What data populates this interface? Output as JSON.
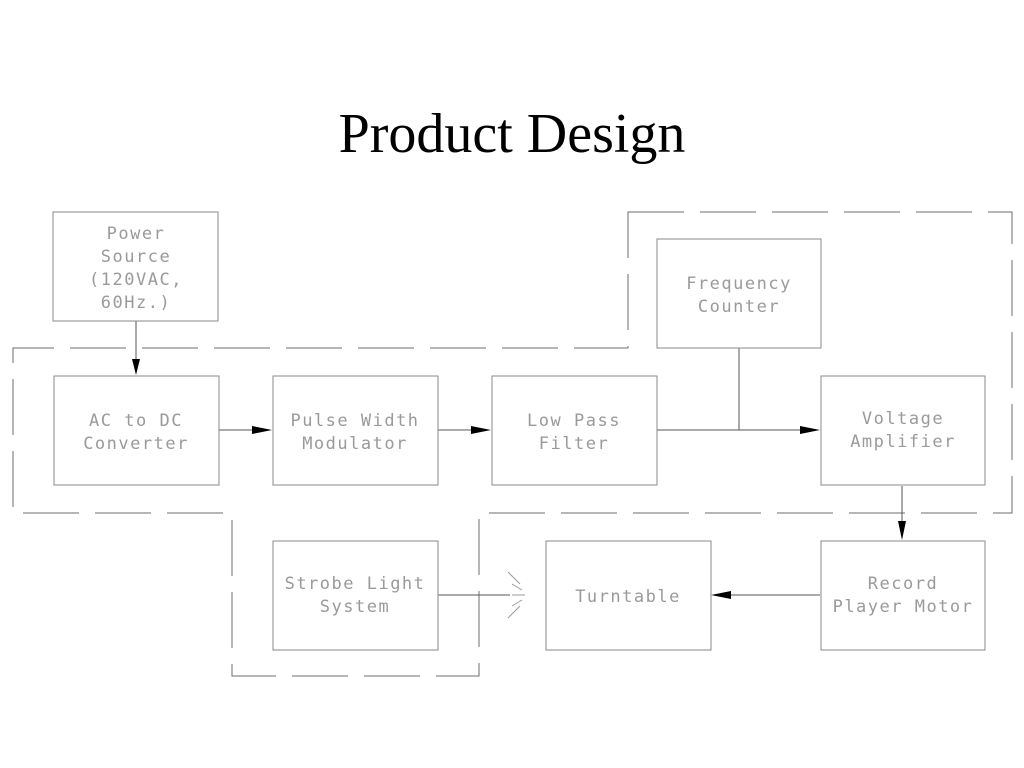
{
  "title": "Product Design",
  "blocks": {
    "power_source": [
      "Power",
      "Source",
      "(120VAC,",
      "60Hz.)"
    ],
    "ac_dc": [
      "AC to DC",
      "Converter"
    ],
    "pwm": [
      "Pulse Width",
      "Modulator"
    ],
    "lpf": [
      "Low Pass",
      "Filter"
    ],
    "freq_counter": [
      "Frequency",
      "Counter"
    ],
    "voltage_amp": [
      "Voltage",
      "Amplifier"
    ],
    "strobe": [
      "Strobe Light",
      "System"
    ],
    "turntable": [
      "Turntable"
    ],
    "motor": [
      "Record",
      "Player Motor"
    ]
  }
}
